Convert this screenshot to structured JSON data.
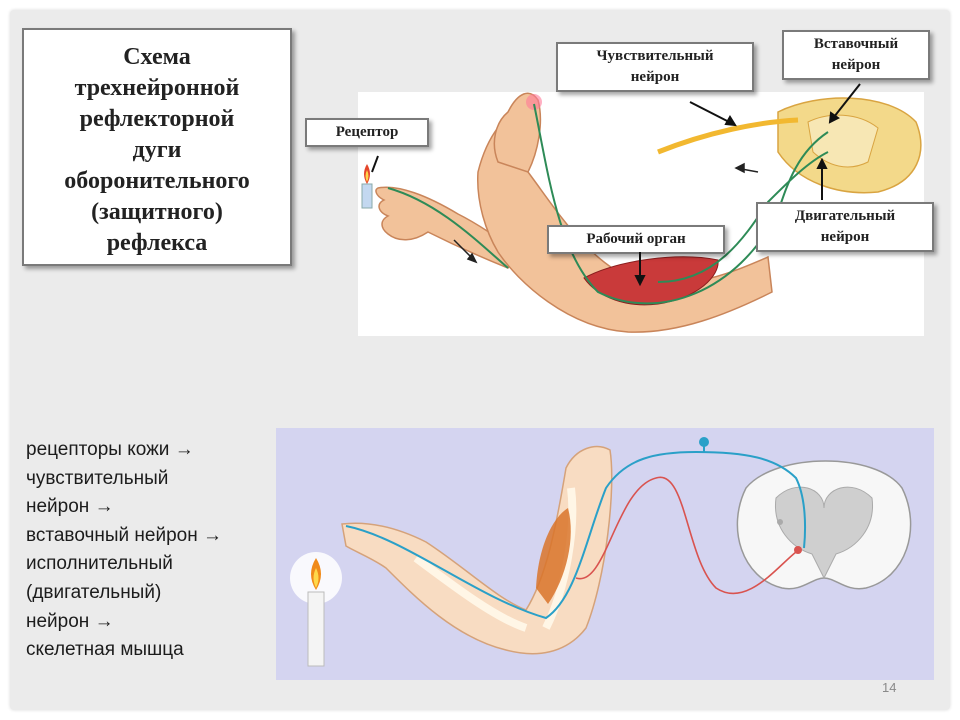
{
  "title": [
    "Схема",
    "трехнейронной",
    "рефлекторной",
    "дуги",
    "оборонительного",
    "(защитного)",
    "рефлекса"
  ],
  "labels": {
    "receptor": "Рецептор",
    "sensory_neuron": [
      "Чувствительный",
      "нейрон"
    ],
    "interneuron": [
      "Вставочный",
      "нейрон"
    ],
    "motor_neuron": [
      "Двигательный",
      "нейрон"
    ],
    "working_organ": "Рабочий орган"
  },
  "pathway_steps": [
    "рецепторы кожи →",
    "чувствительный",
    "нейрон →",
    "вставочный нейрон →",
    "исполнительный",
    "(двигательный)",
    "нейрон →",
    "скелетная мышца"
  ],
  "page_number": "14",
  "colors": {
    "sensory_path": "#2e8b57",
    "motor_path": "#d9534f",
    "blue_nerve": "#2aa0c8",
    "skin": "#f2c29a",
    "muscle": "#c93a3a",
    "spinal_yellow": "#f3d98a",
    "lower_background": "#d4d4f0"
  }
}
